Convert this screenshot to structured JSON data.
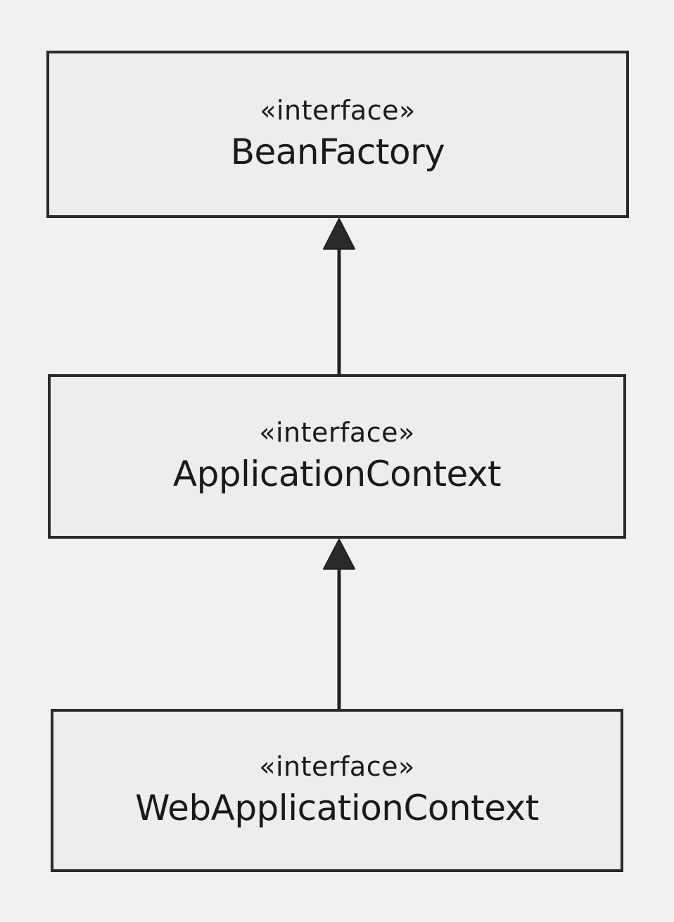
{
  "diagram": {
    "nodes": [
      {
        "id": "bean_factory",
        "stereotype": "«interface»",
        "name": "BeanFactory"
      },
      {
        "id": "application_context",
        "stereotype": "«interface»",
        "name": "ApplicationContext"
      },
      {
        "id": "web_application_context",
        "stereotype": "«interface»",
        "name": "WebApplicationContext"
      }
    ],
    "edges": [
      {
        "from": "application_context",
        "to": "bean_factory",
        "type": "generalization"
      },
      {
        "from": "web_application_context",
        "to": "application_context",
        "type": "generalization"
      }
    ]
  }
}
